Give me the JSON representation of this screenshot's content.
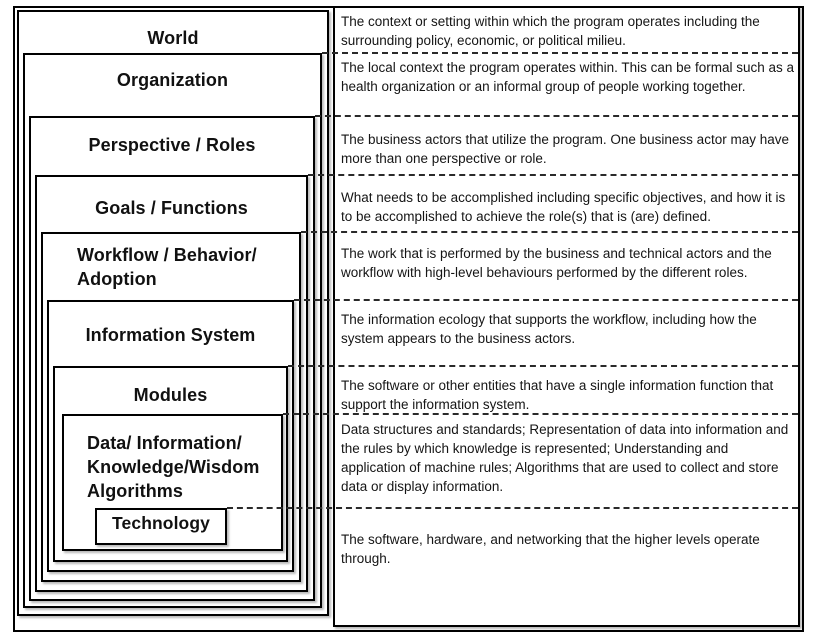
{
  "figure": {
    "type": "nested-layers-diagram",
    "colors": {
      "border": "#000000",
      "text": "#111111",
      "background": "#ffffff",
      "dashed_line": "#2a2a2a"
    },
    "levels": [
      {
        "id": "world",
        "label": "World",
        "description": "The context or setting within which the program operates including the surrounding policy, economic, or political milieu."
      },
      {
        "id": "organization",
        "label": "Organization",
        "description": "The local context the program operates within. This can be formal such as a health organization or an informal group of people working together."
      },
      {
        "id": "perspective-roles",
        "label": "Perspective / Roles",
        "description": "The business actors that utilize the program. One business actor may have more than one perspective or role."
      },
      {
        "id": "goals-functions",
        "label": "Goals / Functions",
        "description": "What needs to be accomplished including specific objectives, and how it is to be accomplished to achieve the role(s) that is (are) defined."
      },
      {
        "id": "workflow-behavior-adoption",
        "label": "Workflow / Behavior/\nAdoption",
        "description": "The work that is performed by the business and technical actors and the workflow with high-level behaviours performed by the different roles."
      },
      {
        "id": "information-system",
        "label": "Information System",
        "description": "The information ecology that supports the workflow, including how the system appears to the business actors."
      },
      {
        "id": "modules",
        "label": "Modules",
        "description": "The software or other entities that have a single information function that support the information system."
      },
      {
        "id": "data-information-knowledge-wisdom-algorithms",
        "label": "Data/ Information/\nKnowledge/Wisdom\nAlgorithms",
        "description": "Data structures and standards; Representation of data into information and the rules by which knowledge is represented; Understanding and application of machine rules; Algorithms that are used to collect and store data or display information."
      },
      {
        "id": "technology",
        "label": "Technology",
        "description": "The software, hardware, and networking that the higher levels operate through."
      }
    ]
  }
}
